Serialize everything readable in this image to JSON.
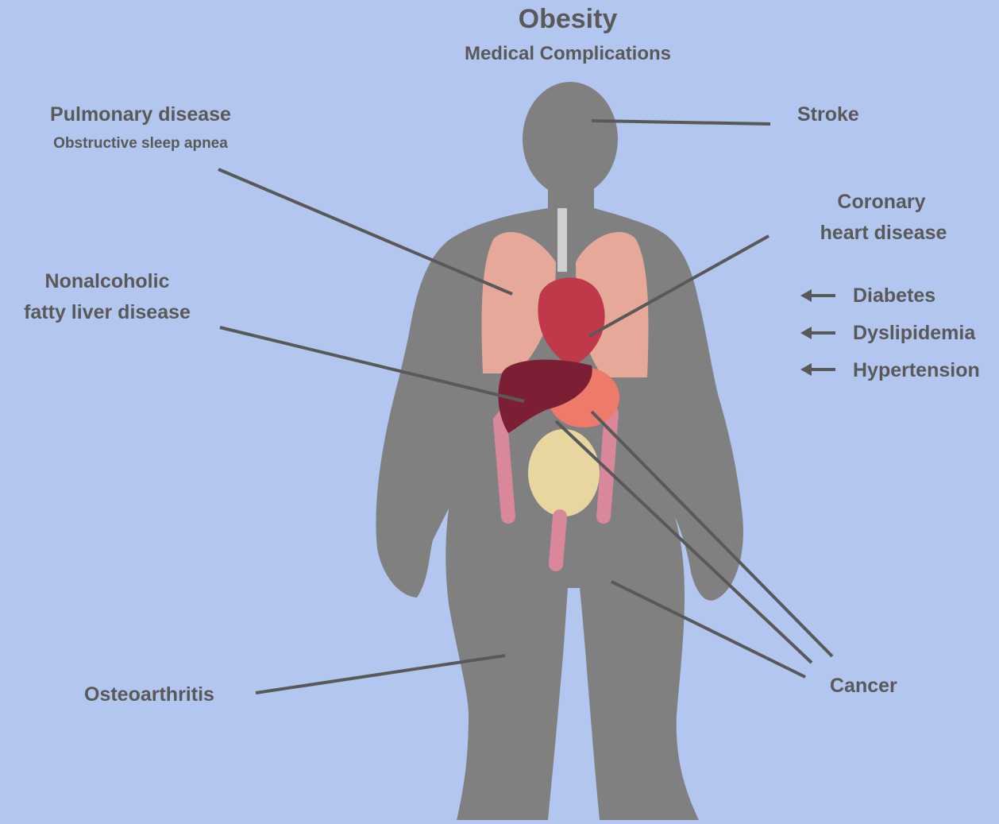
{
  "title": "Obesity",
  "subtitle": "Medical Complications",
  "labels": {
    "pulmonary": "Pulmonary disease",
    "sleep_apnea": "Obstructive sleep apnea",
    "stroke": "Stroke",
    "coronary_1": "Coronary",
    "coronary_2": "heart disease",
    "nafld_1": "Nonalcoholic",
    "nafld_2": "fatty liver disease",
    "diabetes": "Diabetes",
    "dyslipidemia": "Dyslipidemia",
    "hypertension": "Hypertension",
    "osteoarthritis": "Osteoarthritis",
    "cancer": "Cancer"
  },
  "colors": {
    "background": "#b3c6ef",
    "silhouette": "#808080",
    "text": "#595959",
    "leader_line": "#595959",
    "lung": "#e6a898",
    "heart": "#c0394b",
    "liver": "#7d1f34",
    "stomach": "#f07a6a",
    "intestine": "#e8d6a0",
    "colon": "#d9879a"
  }
}
